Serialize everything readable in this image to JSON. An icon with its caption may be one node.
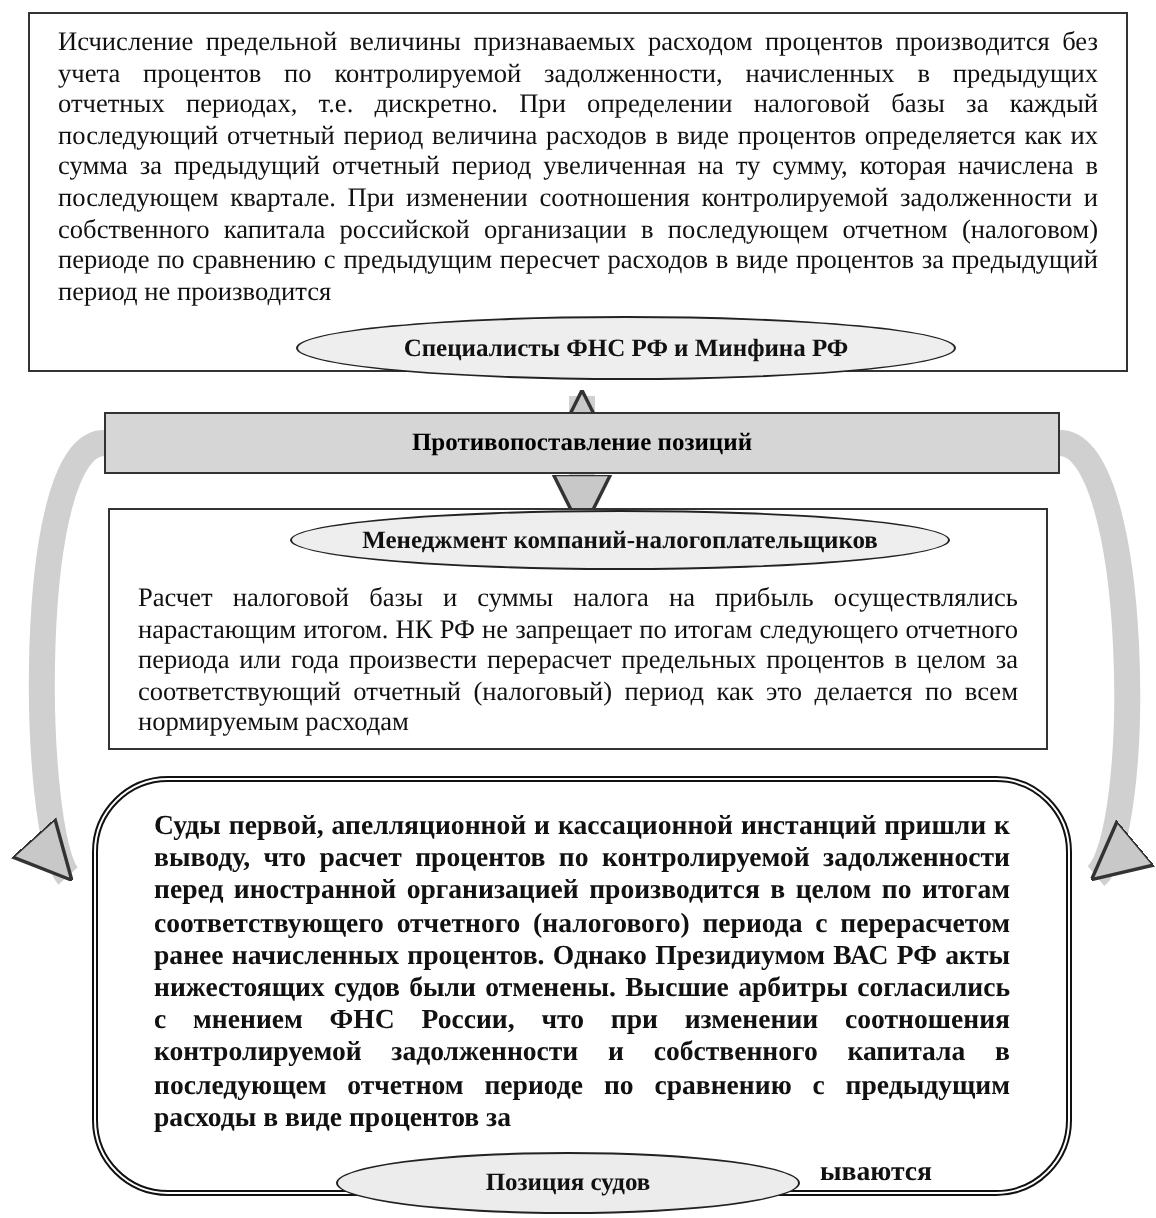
{
  "diagram": {
    "nodes": [
      {
        "text": [
          "Исчисление предельной величины признаваемых расходом процентов производится без учета процентов по контролируемой задолженности, начисленных в предыдущих отчетных периодах, т.е. дискретно. При определении налоговой базы за каждый последующий отчетный период величина расходов в виде процентов определяется как их сумма за предыдущий отчетный период увеличенная на ту сумму, которая начислена в последующем квартале. При изменении соотношения контролируемой задолженности и собственного капитала российской организации в последующем отчетном (налоговом) периоде по сравнению с предыдущим пересчет расходов в виде процентов за предыдущий период не производится"
        ]
      },
      {
        "text": [
          "Специалисты ФНС РФ и Минфина РФ"
        ]
      },
      {
        "text": [
          "Противопоставление позиций"
        ]
      },
      {
        "text": [
          "Расчет налоговой базы и суммы налога на прибыль осуществлялись нарастающим итогом. НК РФ не запрещает по итогам следующего отчетного периода или года произвести перерасчет предельных процентов в целом за соответствующий отчетный (налоговый) период как это делается по всем нормируемым расходам"
        ]
      },
      {
        "text": [
          "Менеджмент компаний-налогоплательщиков"
        ],
        "in": 3
      },
      {
        "text": [
          "Суды первой, апелляционной и кассационной инстанций пришли к выводу, что расчет процентов по контролируемой задолженности перед иностранной организацией производится в целом по итогам соответствующего отчетного (налогового) периода с перерасчетом ранее начисленных процентов. Однако Президиумом ВАС РФ акты нижестоящих судов были отменены. Высшие арбитры согласились с мнением ФНС России, что при изменении соотношения контролируемой задолженности и собственного капитала в последующем отчетном периоде по сравнению с предыдущим расходы в виде процентов за",
          "ываются"
        ]
      },
      {
        "text": [
          "Позиция судов"
        ]
      }
    ],
    "edges": [
      {
        "from": 2,
        "to": 1,
        "arrow": "to"
      },
      {
        "from": 2,
        "to": 4,
        "arrow": "to"
      },
      {
        "from": 2,
        "to": 5,
        "arrow": "to"
      },
      {
        "from": 2,
        "to": 5,
        "arrow": "to"
      }
    ]
  }
}
